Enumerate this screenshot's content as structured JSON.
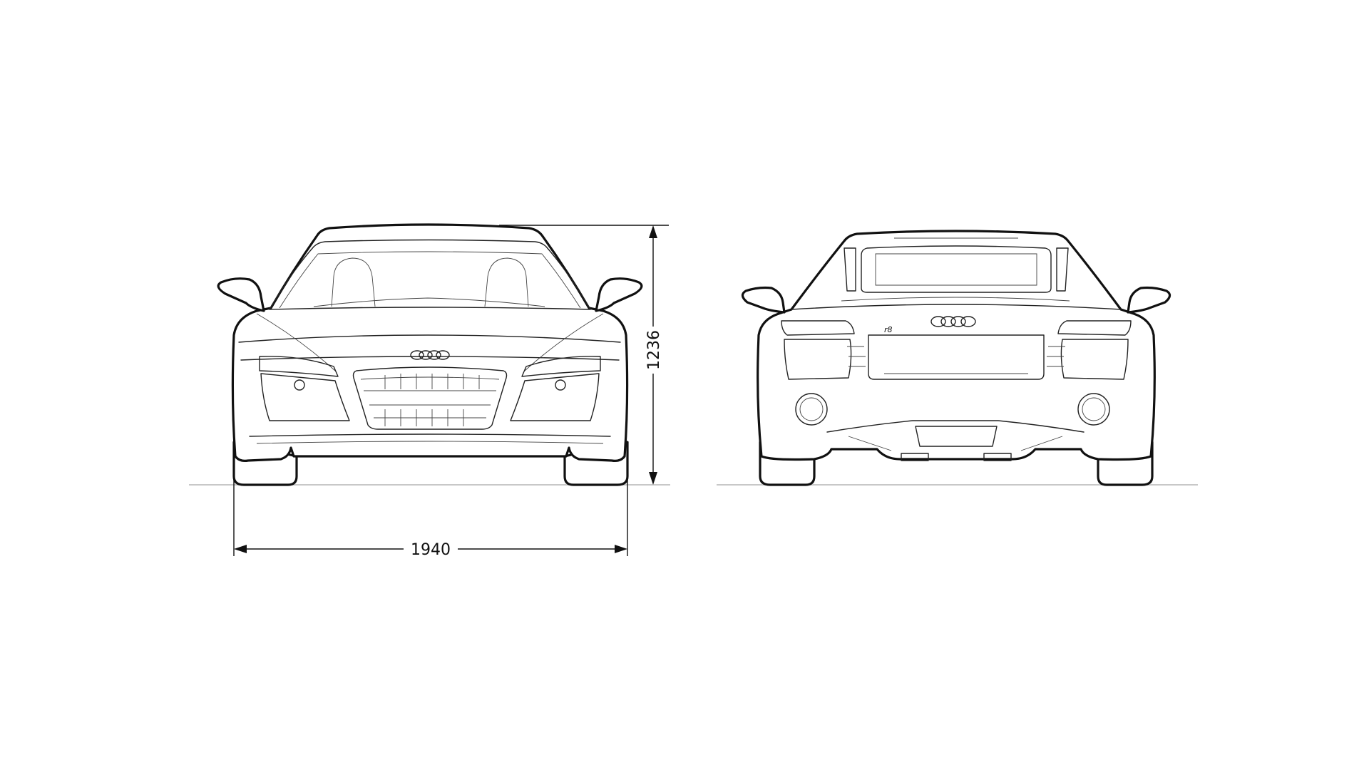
{
  "dimensions": {
    "width_label": "1940",
    "height_label": "1236"
  },
  "views": [
    {
      "id": "front"
    },
    {
      "id": "rear"
    }
  ],
  "colors": {
    "line": "#111111",
    "ground": "#c8c8c8",
    "background": "#ffffff"
  }
}
